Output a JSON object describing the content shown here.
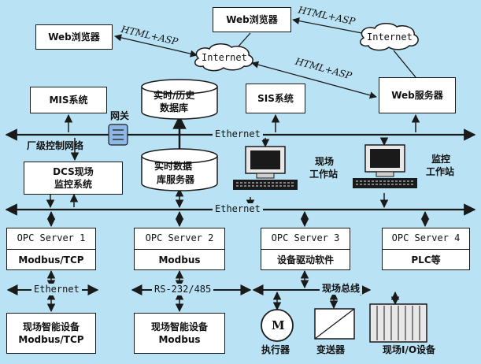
{
  "diagram": {
    "web_browser_left": "Web浏览器",
    "web_browser_right": "Web浏览器",
    "html_asp_1": "HTML+ASP",
    "html_asp_2": "HTML+ASP",
    "html_asp_3": "HTML+ASP",
    "internet_center": "Internet",
    "internet_right": "Internet",
    "web_server": "Web服务器",
    "mis": "MIS系统",
    "gateway": "网关",
    "realtime_history_db": [
      "实时/历史",
      "数据库"
    ],
    "sis": "SIS系统",
    "ethernet_top": "Ethernet",
    "plant_network": "厂级控制网络",
    "realtime_db_server": [
      "实时数据",
      "库服务器"
    ],
    "field_workstation": [
      "现场",
      "工作站"
    ],
    "monitor_workstation": [
      "监控",
      "工作站"
    ],
    "dcs": [
      "DCS现场",
      "监控系统"
    ],
    "ethernet_mid": "Ethernet",
    "opc1": {
      "title": "OPC Server 1",
      "sub": "Modbus/TCP"
    },
    "opc2": {
      "title": "OPC Server 2",
      "sub": "Modbus"
    },
    "opc3": {
      "title": "OPC Server 3",
      "sub": "设备驱动软件"
    },
    "opc4": {
      "title": "OPC Server 4",
      "sub": "PLC等"
    },
    "ethernet_bottom": "Ethernet",
    "rs232": "RS-232/485",
    "fieldbus": "现场总线",
    "smart_device_1": [
      "现场智能设备",
      "Modbus/TCP"
    ],
    "smart_device_2": [
      "现场智能设备",
      "Modbus"
    ],
    "motor_symbol": "M",
    "actuator": "执行器",
    "transmitter": "变送器",
    "field_io": "现场I/O设备"
  },
  "colors": {
    "background": "#b9e3f5",
    "box": "#ffffff",
    "line": "#1a1a1a"
  }
}
